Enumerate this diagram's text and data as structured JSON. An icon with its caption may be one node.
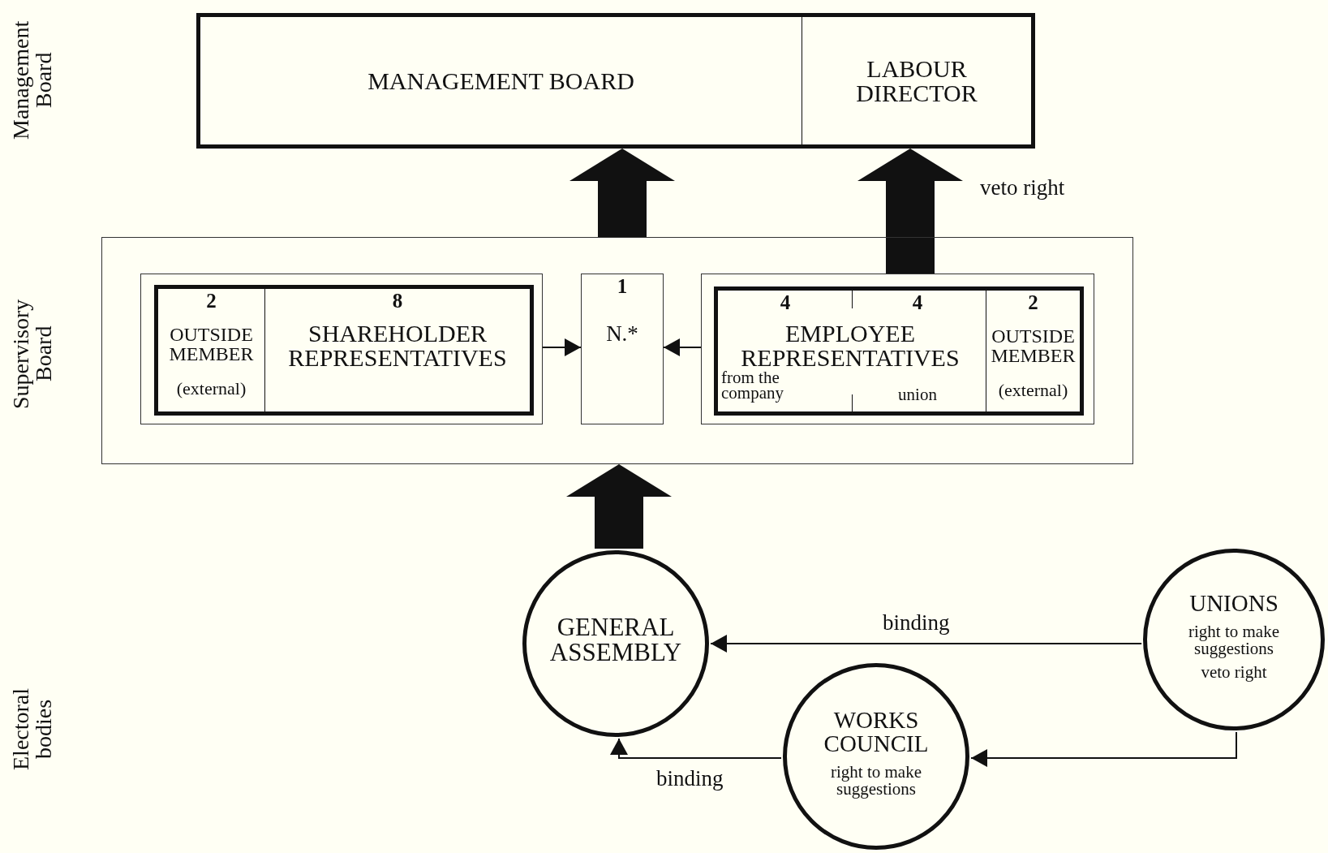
{
  "diagram": {
    "nodes": [
      {
        "text": [
          "MANAGEMENT BOARD"
        ]
      },
      {
        "text": [
          "LABOUR DIRECTOR"
        ]
      },
      {
        "text": [],
        "shape": "box"
      },
      {
        "text": [],
        "shape": "box",
        "in": 2
      },
      {
        "text": [
          "2",
          "OUTSIDE MEMBER",
          "(external)"
        ],
        "in": 3
      },
      {
        "text": [
          "8",
          "SHAREHOLDER REPRESENTATIVES"
        ],
        "in": 3
      },
      {
        "text": [
          "1",
          "N.*"
        ],
        "in": 2
      },
      {
        "text": [],
        "shape": "box",
        "in": 2
      },
      {
        "text": [
          "4",
          "4",
          "EMPLOYEE REPRESENTATIVES",
          "from the company",
          "union"
        ],
        "in": 7
      },
      {
        "text": [
          "2",
          "OUTSIDE MEMBER",
          "(external)"
        ],
        "in": 7
      },
      {
        "text": [
          "GENERAL ASSEMBLY"
        ]
      },
      {
        "text": [
          "UNIONS",
          "right to make suggestions",
          "veto right"
        ]
      },
      {
        "text": [
          "WORKS COUNCIL",
          "right to make suggestions"
        ]
      }
    ],
    "edges": [
      {
        "from": 2,
        "to": 0,
        "arrow": "to",
        "style": "thick"
      },
      {
        "from": 7,
        "to": 1,
        "arrow": "to",
        "style": "thick",
        "label": "veto right"
      },
      {
        "from": 3,
        "to": 6,
        "arrow": "to"
      },
      {
        "from": 7,
        "to": 6,
        "arrow": "to"
      },
      {
        "from": 10,
        "to": 2,
        "arrow": "to",
        "style": "thick"
      },
      {
        "from": 11,
        "to": 10,
        "arrow": "to",
        "label": "binding"
      },
      {
        "from": 11,
        "to": 12,
        "arrow": "to"
      },
      {
        "from": 12,
        "to": 10,
        "arrow": "to",
        "label": "binding"
      }
    ],
    "labels": [
      "Management Board",
      "Supervisory Board",
      "Electoral bodies"
    ]
  }
}
